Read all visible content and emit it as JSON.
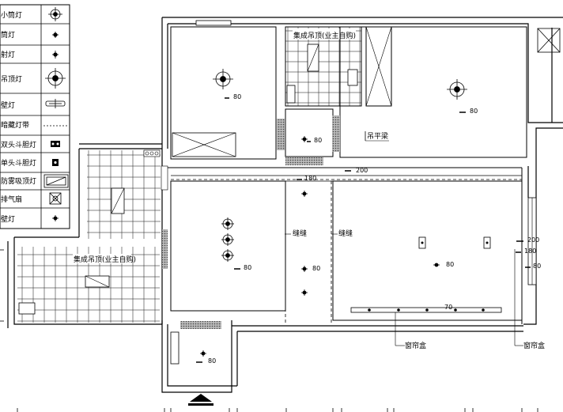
{
  "legend": {
    "items": [
      {
        "label": "小筒灯",
        "icon": "small-downlight-icon"
      },
      {
        "label": "筒灯",
        "icon": "downlight-icon"
      },
      {
        "label": "射灯",
        "icon": "spotlight-icon"
      },
      {
        "label": "吊顶灯",
        "icon": "ceiling-lamp-icon"
      },
      {
        "label": "壁灯",
        "icon": "wall-lamp-icon"
      },
      {
        "label": "暗藏灯带",
        "icon": "hidden-strip-icon"
      },
      {
        "label": "双头斗胆灯",
        "icon": "double-grille-lamp-icon"
      },
      {
        "label": "单头斗胆灯",
        "icon": "single-grille-lamp-icon"
      },
      {
        "label": "防雾吸顶灯",
        "icon": "fogproof-ceiling-lamp-icon"
      },
      {
        "label": "排气扇",
        "icon": "exhaust-fan-icon"
      },
      {
        "label": "壁灯",
        "icon": "wall-lamp-2-icon"
      }
    ]
  },
  "rooms": {
    "bath_top_label": "集成吊顶(业主自购)",
    "bath_left_label": "集成吊顶(业主自购)",
    "beam_label": "吊平梁",
    "gap_left": "缝缝",
    "gap_right": "缝缝",
    "curtain_box_left": "窗帘盒",
    "curtain_box_right": "窗帘盒"
  },
  "dimensions": {
    "bed1": "80",
    "bed2": "80",
    "hall": "80",
    "corridor_top": "180",
    "corridor_200": "200",
    "dining": "80",
    "corridor_mid": "80",
    "living": "80",
    "living_70": "70",
    "right_200": "200",
    "right_180": "180",
    "right_80": "80",
    "balcony": "80"
  }
}
